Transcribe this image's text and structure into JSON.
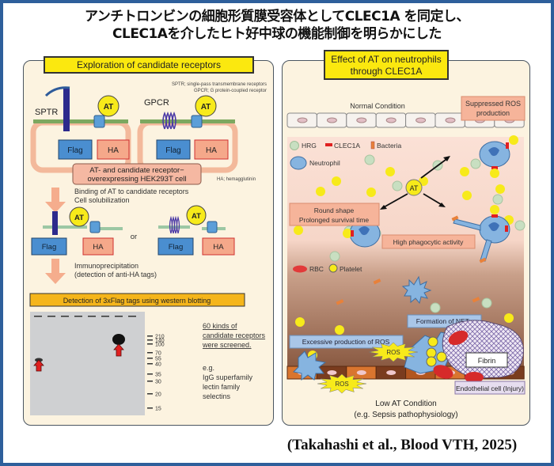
{
  "title": {
    "line1": "アンチトロンビンの細胞形質膜受容体としてCLEC1A を同定し、",
    "line2": "CLEC1Aを介したヒト好中球の機能制御を明らかにした"
  },
  "left_panel": {
    "header": "Exploration of candidate receptors",
    "abbrev_sptr": "SPTR; single-pass transmembrane receptors",
    "abbrev_gpcr": "GPCR; G protein-coupled receptor",
    "abbrev_ha": "HA; hemagglutinin",
    "label_sptr": "SPTR",
    "label_gpcr": "GPCR",
    "label_at": "AT",
    "label_flag": "Flag",
    "label_ha": "HA",
    "cell_label_1": "AT- and candidate receptor−",
    "cell_label_2": "overexpressing HEK293T cell",
    "step1_line1": "Binding of AT to candidate receptors",
    "step1_line2": "Cell solubilization",
    "or": "or",
    "step2_line1": "Immunoprecipitation",
    "step2_line2": "(detection of anti-HA tags)",
    "detection_header": "Detection of 3xFlag tags using western blotting",
    "blot_markers": [
      "210",
      "140",
      "100",
      "70",
      "55",
      "40",
      "35",
      "30",
      "20",
      "15"
    ],
    "screen_line1": "60 kinds of",
    "screen_line2": "candidate receptors",
    "screen_line3": "were screened.",
    "examples": [
      "e.g.",
      "IgG superfamily",
      "lectin family",
      "selectins"
    ]
  },
  "right_panel": {
    "header_line1": "Effect of AT on neutrophils",
    "header_line2": "through CLEC1A",
    "normal_condition": "Normal Condition",
    "suppressed_line1": "Suppressed ROS",
    "suppressed_line2": "production",
    "legend_hrg": "HRG",
    "legend_clec1a": "CLEC1A",
    "legend_bacteria": "Bacteria",
    "legend_neutrophil": "Neutrophil",
    "round_line1": "Round shape",
    "round_line2": "Prolonged survival time",
    "at": "AT",
    "phagocytic": "High phagocytic activity",
    "legend_rbc": "RBC",
    "legend_platelet": "Platelet",
    "nets": "Formation of NETs",
    "excessive_ros": "Excessive production of ROS",
    "ros": "ROS",
    "fibrin": "Fibrin",
    "endothelial": "Endothelial cell (Injury)",
    "low_at_line1": "Low AT Condition",
    "low_at_line2": "(e.g. Sepsis pathophysiology)"
  },
  "citation": "(Takahashi et al., Blood VTH, 2025)",
  "colors": {
    "yellow_header": "#fbe80f",
    "orange_header": "#f5b51b",
    "panel_bg": "#fcf3e0",
    "flag_blue": "#4a8ed0",
    "ha_salmon": "#f5a88a",
    "red_arrow": "#e02020",
    "frame_blue": "#2e5f9b"
  }
}
